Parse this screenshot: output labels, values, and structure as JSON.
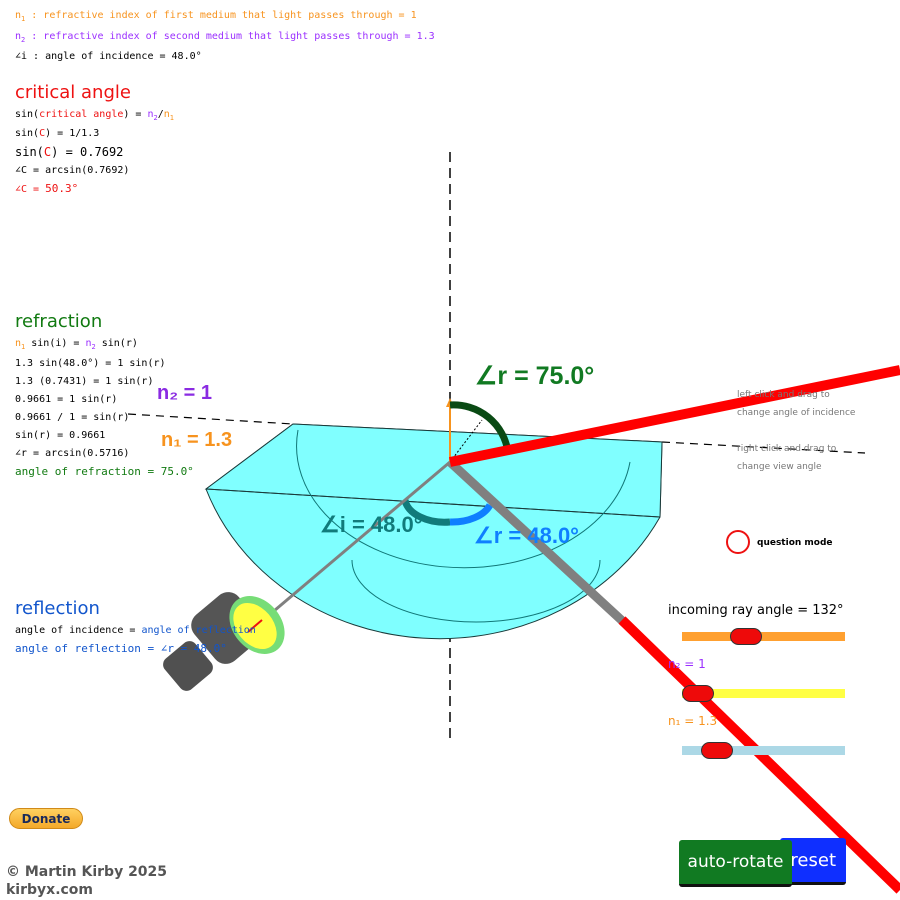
{
  "info": {
    "n1_sym": "n",
    "n1_sub": "1",
    "n1_text": " : refractive index of first medium that light passes through = 1",
    "n2_sym": "n",
    "n2_sub": "2",
    "n2_text": " : refractive index of second medium that light passes through = 1.3",
    "angle_i": "∠i : angle of incidence = 48.0°"
  },
  "critical": {
    "heading": "critical angle",
    "l1_a": "sin(",
    "l1_b": "critical angle",
    "l1_c": ") = ",
    "l1_d": "n",
    "l1_e": "2",
    "l1_f": "/",
    "l1_g": "n",
    "l1_h": "1",
    "l2_a": "sin(",
    "l2_b": "C",
    "l2_c": ") = 1/1.3",
    "l3_a": "sin(",
    "l3_b": "C",
    "l3_c": ") = 0.7692",
    "l4": "∠C = arcsin(0.7692)",
    "l5_a": "∠C = ",
    "l5_b": "50.3°"
  },
  "refraction": {
    "heading": "refraction",
    "l1_a": "n",
    "l1_b": "1",
    "l1_c": " sin(i) = ",
    "l1_d": "n",
    "l1_e": "2",
    "l1_f": " sin(r)",
    "l2": "1.3 sin(48.0°) = 1 sin(r)",
    "l3": "1.3 (0.7431) = 1 sin(r)",
    "l4": "0.9661 = 1 sin(r)",
    "l5": "0.9661 / 1 = sin(r)",
    "l6": "sin(r) = 0.9661",
    "l7": "∠r = arcsin(0.5716)",
    "l8": "angle of refraction = 75.0°"
  },
  "reflection": {
    "heading": "reflection",
    "l1_a": "angle of incidence = ",
    "l1_b": "angle of reflection",
    "l2": "angle of reflection = ∠r = 48.0°"
  },
  "scene": {
    "n2_label": "n₂ = 1",
    "n1_label": "n₁ = 1.3",
    "angle_r_refr": "∠r = 75.0°",
    "angle_i": "∠i = 48.0°",
    "angle_r_refl": "∠r = 48.0°"
  },
  "hints": {
    "left_1": "left click and drag to",
    "left_2": "change angle of incidence",
    "right_1": "right click and drag to",
    "right_2": "change view angle"
  },
  "question_mode": "question mode",
  "sliders": {
    "incoming_label": "incoming ray angle = 132°",
    "incoming_value": 132,
    "n2_label": "n₂ = 1",
    "n2_value": 1,
    "n1_label": "n₁ = 1.3",
    "n1_value": 1.3
  },
  "buttons": {
    "donate": "Donate",
    "auto_rotate": "auto-rotate",
    "reset": "reset"
  },
  "footer": {
    "copyright": "© Martin Kirby 2025",
    "site": "kirbyx.com"
  },
  "colors": {
    "ray": "#ff0000",
    "glass": "#7fffff",
    "incoming_slider": "#ffa030",
    "n2_slider": "#ffff44",
    "n1_slider": "#acd8e6"
  }
}
